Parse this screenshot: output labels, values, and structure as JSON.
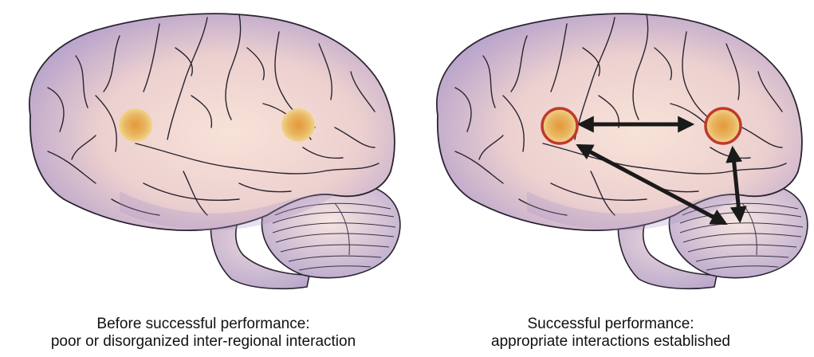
{
  "panels": [
    {
      "caption_line1": "Before successful performance:",
      "caption_line2": "poor or disorganized inter-regional interaction",
      "regions": [
        {
          "name": "frontal-region",
          "highlighted": false
        },
        {
          "name": "posterior-region",
          "highlighted": false
        }
      ],
      "connections": []
    },
    {
      "caption_line1": "Successful performance:",
      "caption_line2": "appropriate interactions established",
      "regions": [
        {
          "name": "frontal-region",
          "highlighted": true
        },
        {
          "name": "posterior-region",
          "highlighted": true
        }
      ],
      "connections": [
        {
          "from": "frontal-region",
          "to": "posterior-region",
          "bidirectional": true
        },
        {
          "from": "frontal-region",
          "to": "cerebellum",
          "bidirectional": true
        },
        {
          "from": "posterior-region",
          "to": "cerebellum",
          "bidirectional": true
        }
      ]
    }
  ],
  "colors": {
    "brain_fill_center": "#f6dcd2",
    "brain_fill_edge": "#b7a2cf",
    "sulcus_line": "#2a2430",
    "region_fill": "#e0b45a",
    "region_highlight_ring": "#c0392b",
    "arrow": "#1a1a1a"
  }
}
